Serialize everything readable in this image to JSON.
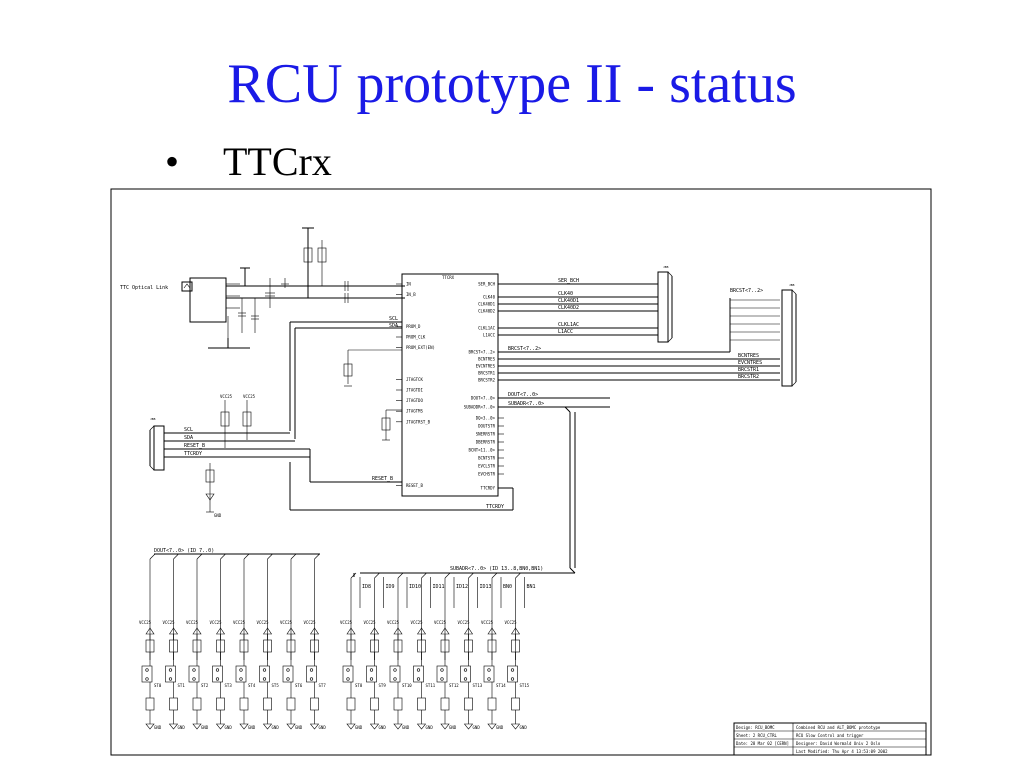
{
  "slide": {
    "title": "RCU prototype II - status",
    "bullet": "TTCrx"
  },
  "schematic": {
    "optical_link_label": "TTC Optical Link",
    "chip_name": "TTCRX",
    "chip_left_pins": [
      "IN",
      "IN_B",
      "",
      "",
      "PROM_D",
      "PROM_CLK",
      "PROM_EXT(EN)",
      "",
      "",
      "JTAGTCK",
      "JTAGTDI",
      "JTAGTDO",
      "JTAGTMS",
      "JTAGTRST_B",
      "",
      "",
      "",
      "",
      "",
      "RESET_B"
    ],
    "chip_right_pins": [
      "SER_BCH",
      "CLK40",
      "CLK40D1",
      "CLK40D2",
      "CLKL1AC",
      "L1ACC",
      "BRCST<7..2>",
      "BCNTRES",
      "EVCNTRES",
      "BRCSTR1",
      "BRCSTR2",
      "DOUT<7..0>",
      "SUBADDR<7..0>",
      "DQ<3..0>",
      "DOUTSTR",
      "SNERRSTR",
      "DBERRSTR",
      "BCNT<11..0>",
      "BCNTSTR",
      "EVCLSTR",
      "EVCHSTR",
      "TTCRDY"
    ],
    "ser_bch": "SER_BCH",
    "clocks": [
      "CLK40",
      "CLK40D1",
      "CLK40D2"
    ],
    "l1": [
      "CLKL1AC",
      "L1ACC"
    ],
    "brcst_bus": "BRCST<7..2>",
    "brcst_right": "BRCST<7..2>",
    "strobes": [
      "BCNTRES",
      "EVCNTRES",
      "BRCSTR1",
      "BRCSTR2"
    ],
    "dout": "DOUT<7..0>",
    "subaddr": "SUBADR<7..0>",
    "i2c": [
      "SCL",
      "SDA"
    ],
    "connector_signals": [
      "SCL",
      "SDA",
      "RESET_B",
      "TTCRDY"
    ],
    "reset_label": "RESET_B",
    "ttcrdy_label": "TTCRDY",
    "dout_bus_bottom": "DOUT<7..0> (ID 7..0)",
    "subadr_bus_bottom": "SUBADR<7..0> (ID 13..8,BN0,BN1)",
    "id_labels": [
      "ID8",
      "ID9",
      "ID10",
      "ID11",
      "ID12",
      "ID13",
      "BN0",
      "BN1"
    ],
    "vcc_label": "VCC25",
    "gnd_label": "GND",
    "left_switches": [
      "ST0",
      "ST1",
      "ST2",
      "ST3",
      "ST4",
      "ST5",
      "ST6",
      "ST7"
    ],
    "right_switches": [
      "ST8",
      "ST9",
      "ST10",
      "ST11",
      "ST12",
      "ST13",
      "ST14",
      "ST15"
    ],
    "title_block": [
      [
        "Design: RCU_BOMC",
        "Combined RCU and ALT_BOMC prototype"
      ],
      [
        "Sheet: 2  RCU_CTRL",
        "RCU  Slow Control and trigger"
      ],
      [
        "Date: 28 Mar 02  [CERN]",
        "Designer: David Wormald   Univ 2 Oslo"
      ],
      [
        "",
        "Last Modified: Thu Apr  4 13:53:09 2002"
      ]
    ]
  }
}
